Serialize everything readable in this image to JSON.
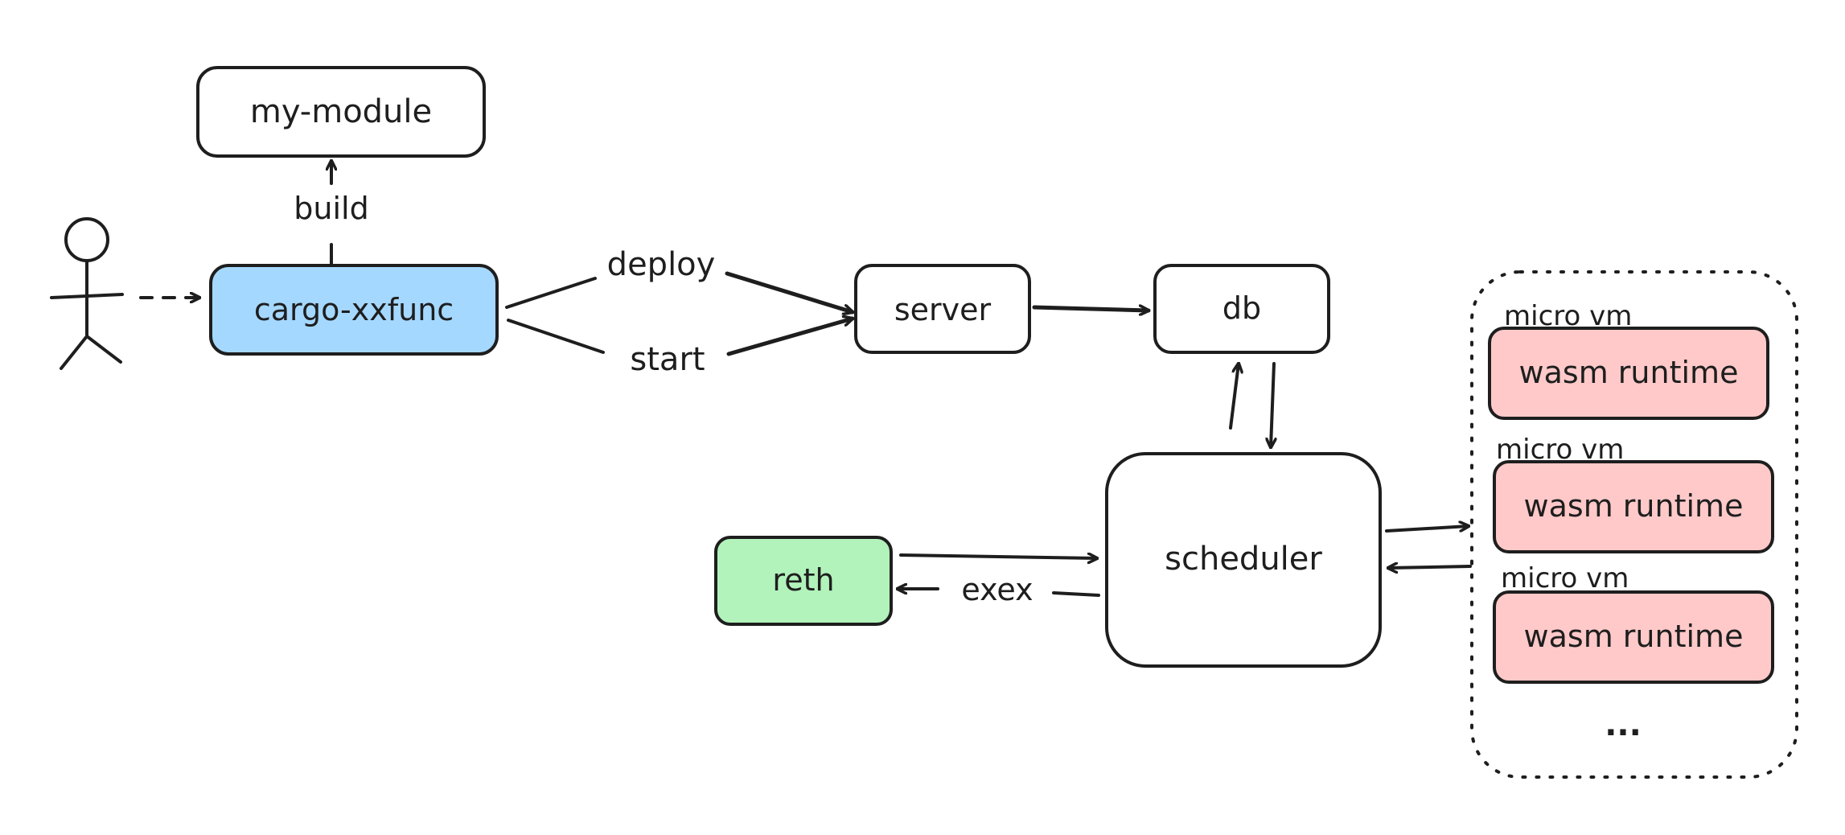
{
  "nodes": {
    "my_module": "my-module",
    "cargo": "cargo-xxfunc",
    "server": "server",
    "db": "db",
    "scheduler": "scheduler",
    "reth": "reth",
    "vms": [
      {
        "vm_label": "micro vm",
        "runtime": "wasm runtime"
      },
      {
        "vm_label": "micro vm",
        "runtime": "wasm runtime"
      },
      {
        "vm_label": "micro vm",
        "runtime": "wasm runtime"
      }
    ],
    "ellipsis": "..."
  },
  "edges": {
    "build": "build",
    "deploy": "deploy",
    "start": "start",
    "exex": "exex"
  },
  "colors": {
    "stroke": "#1e1e1e",
    "cargo_fill": "#a5d8ff",
    "reth_fill": "#b2f2bb",
    "runtime_fill": "#ffc9c9",
    "default_fill": "#ffffff"
  }
}
